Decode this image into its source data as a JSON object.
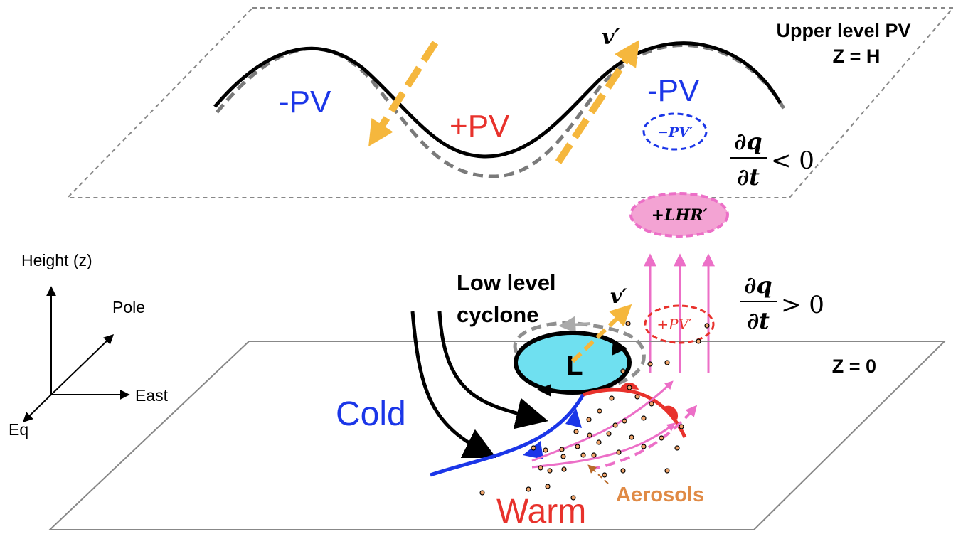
{
  "labels": {
    "upper_title_line1": "Upper level PV",
    "upper_title_line2": "Z = H",
    "minus_pv_left": "-PV",
    "plus_pv": "+PV",
    "minus_pv_right": "-PV",
    "v_prime_upper": "v′",
    "minus_pv_prime": "−PV′",
    "lhr_prime": "+LHR′",
    "dq": "∂q",
    "dt": "∂t",
    "lt_zero": "< 0",
    "gt_zero": "> 0",
    "low_level_line1": "Low level",
    "low_level_line2": "cyclone",
    "v_prime_lower": "v′",
    "plus_pv_prime": "+PV′",
    "low_center": "L",
    "z_zero": "Z = 0",
    "cold": "Cold",
    "warm": "Warm",
    "aerosols": "Aerosols"
  },
  "axes": {
    "height": "Height (z)",
    "pole": "Pole",
    "east": "East",
    "eq": "Eq"
  },
  "colors": {
    "blue": "#1b36e8",
    "red": "#e8322c",
    "yellow": "#f5b73d",
    "pink": "#ec6fc7",
    "pink_fill": "#f3a3d3",
    "cyan": "#6fe0f0",
    "gray": "#7a7a7a",
    "orange_text": "#e08a45",
    "aerosol_fill": "#f0a46a"
  }
}
